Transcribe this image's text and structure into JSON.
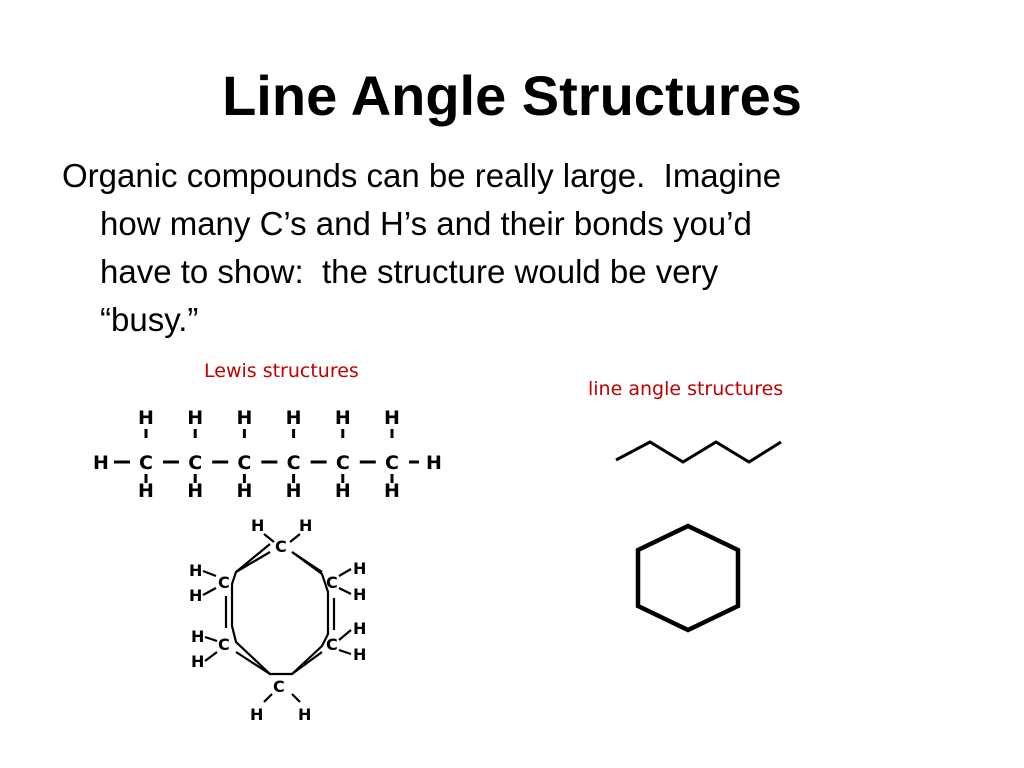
{
  "slide": {
    "title": "Line Angle Structures",
    "body_lines": [
      "Organic compounds can be really large.  Imagine",
      "how many C’s and H’s and their bonds you’d",
      "have to show:  the structure would be very",
      "“busy.”"
    ]
  },
  "figures": {
    "lewis_caption": "Lewis structures",
    "line_angle_caption": "line angle structures",
    "atom_symbols": {
      "carbon": "C",
      "hydrogen": "H"
    },
    "hexane_lewis": {
      "carbon_count": 6,
      "hydrogen_count": 14
    },
    "cyclohexane_lewis": {
      "carbon_count": 6,
      "hydrogen_count": 12
    },
    "line_color": "#000000",
    "caption_color": "#c00000"
  }
}
